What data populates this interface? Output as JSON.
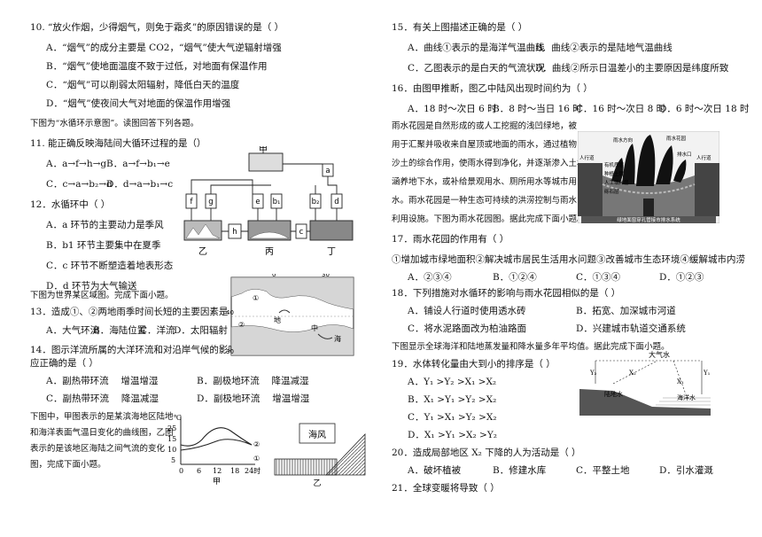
{
  "left": {
    "q10": {
      "stem": "10. “放火作烟，少得烟气，则免于霜炙”的原因错误的是（    ）",
      "a": "A．“烟气”的成分主要是 CO2，“烟气”使大气逆辐射增强",
      "b": "B．“烟气”使地面温度不致于过低，对地面有保温作用",
      "c": "C．“烟气”可以削弱太阳辐射，降低白天的温度",
      "d": "D．“烟气”使夜间大气对地面的保温作用增强"
    },
    "intro_cycle": "下图为“水循环示意图”。读图回答下列各题。",
    "q11": {
      "stem": "11. 能正确反映海陆间大循环过程的是（）",
      "a": "A．a→f→h→g",
      "b": "B．a→f→b₁→e",
      "c": "C．c→a→b₂→d",
      "d": "D．d→a→b₁→c"
    },
    "q12": {
      "stem": "12．水循环中（    ）",
      "a": "A．a 环节的主要动力是季风",
      "b": "B．b1 环节主要集中在夏季",
      "c": "C．c 环节不断塑造着地表形态",
      "d": "D．d 环节为大气输送"
    },
    "intro_map": "下图为世界某区域图。完成下面小题。",
    "q13": {
      "stem": "13．造成①、②两地雨季时间长短的主要因素是（    ）",
      "a": "A．大气环流",
      "b": "B．海陆位置",
      "c": "C．洋流",
      "d": "D．太阳辐射"
    },
    "q14": {
      "stem1": "14．图示洋流所属的大洋环流和对沿岸气候的影响，对",
      "stem2": "应正确的是（    ）",
      "a": "A．副热带环流　 增温增湿",
      "b": "B．副极地环流　 降温减湿",
      "c": "C．副热带环流　 降温减湿",
      "d": "D．副极地环流　 增温增湿"
    },
    "intro_sea1": "下图中，甲图表示的是某滨海地区陆地",
    "intro_sea2": "和海洋表面气温日变化的曲线图，乙图",
    "intro_sea3": "表示的是该地区海陆之间气流的变化",
    "intro_sea4": "图，完成下面小题。"
  },
  "right": {
    "q15": {
      "stem": "15．有关上图描述正确的是（    ）",
      "a": "A．曲线①表示的是海洋气温曲线",
      "b": "B．曲线②表示的是陆地气温曲线",
      "c": "C．乙图表示的是白天的气流状况",
      "d": "D．曲线②所示日温差小的主要原因是纬度所致"
    },
    "q16": {
      "stem": "16．由图甲推断，图乙中陆风出现时间约为（    ）",
      "a": "A．18 时～次日 6 时",
      "b": "B．8 时～当日 16 时",
      "c": "C．16 时～次日 8 时",
      "d": "D．6 时～次日 18 时"
    },
    "rain_text": [
      "雨水花园是自然形成的或人工挖掘的浅凹绿地，被",
      "用于汇聚并吸收来自屋顶或地面的雨水，通过植物",
      "沙土的综合作用，使雨水得到净化，并逐渐渗入土壤，",
      "涵养地下水，或补给景观用水、厕所用水等城市用",
      "水。雨水花园是一种生态可持续的洪涝控制与雨水",
      "利用设施。下图为雨水花园图。据此完成下面小题。"
    ],
    "q17": {
      "stem": "17．雨水花园的作用有（    ）",
      "items": "①增加城市绿地面积②解决城市居民生活用水问题③改善城市生态环境④缓解城市内涝",
      "a": "A．②③④",
      "b": "B．①②④",
      "c": "C．①③④",
      "d": "D．①②③"
    },
    "q18": {
      "stem": "18．下列措施对水循环的影响与雨水花园相似的是（    ）",
      "a": "A．铺设人行道时使用透水砖",
      "b": "B．拓宽、加深城市河道",
      "c": "C．将水泥路面改为柏油路面",
      "d": "D．兴建城市轨道交通系统"
    },
    "intro_xfer": "下图显示全球海洋和陆地蒸发量和降水量多年平均值。据此完成下面小题。",
    "q19": {
      "stem": "19．水体转化量由大到小的排序是（    ）",
      "a": "A．Y₁ >Y₂ >X₁ >X₂",
      "b": "B．X₁ >Y₁ >Y₂ >X₂",
      "c": "C．Y₁ >X₁ >Y₂ >X₂",
      "d": "D．X₁ >Y₁ >X₂ >Y₂"
    },
    "q20": {
      "stem": "20．造成局部地区 X₂ 下降的人为活动是（    ）",
      "a": "A．破坏植被",
      "b": "B．修建水库",
      "c": "C．平整土地",
      "d": "D．引水灌溉"
    },
    "q21": {
      "stem": "21．全球变暖将导致（    ）"
    }
  },
  "figures": {
    "cycle": {
      "top": "甲",
      "left": "乙",
      "mid": "丙",
      "right": "丁",
      "boxes": [
        "f",
        "g",
        "e",
        "b₁",
        "b₂",
        "d",
        "a",
        "h",
        "c"
      ]
    },
    "map": {
      "lon0": "0°",
      "lon30": "30",
      "lat40": "40",
      "lat30": "30",
      "p1": "①",
      "p2": "②",
      "sea": "地",
      "sea2": "中",
      "sea3": "海"
    },
    "temp": {
      "unit": "℃",
      "yticks": [
        "25",
        "15",
        "10",
        "5"
      ],
      "xticks": [
        "0",
        "6",
        "12",
        "18",
        "24时"
      ],
      "c1": "①",
      "c2": "②",
      "label": "甲"
    },
    "breeze": {
      "title": "海风",
      "label": "乙"
    },
    "garden": {
      "labels": [
        "雨水方向",
        "雨水花园",
        "排水口",
        "人行道",
        "人行道",
        "有机质层",
        "种植土层",
        "人工填料层",
        "砾石层",
        "绿地面窗穿孔管接市排水系统"
      ]
    },
    "transfer": {
      "top": "大气水",
      "land": "陆地水",
      "ocean": "海洋水",
      "y1": "Y₁",
      "y2": "Y₂",
      "x1": "X₁",
      "x2": "X₂"
    }
  }
}
